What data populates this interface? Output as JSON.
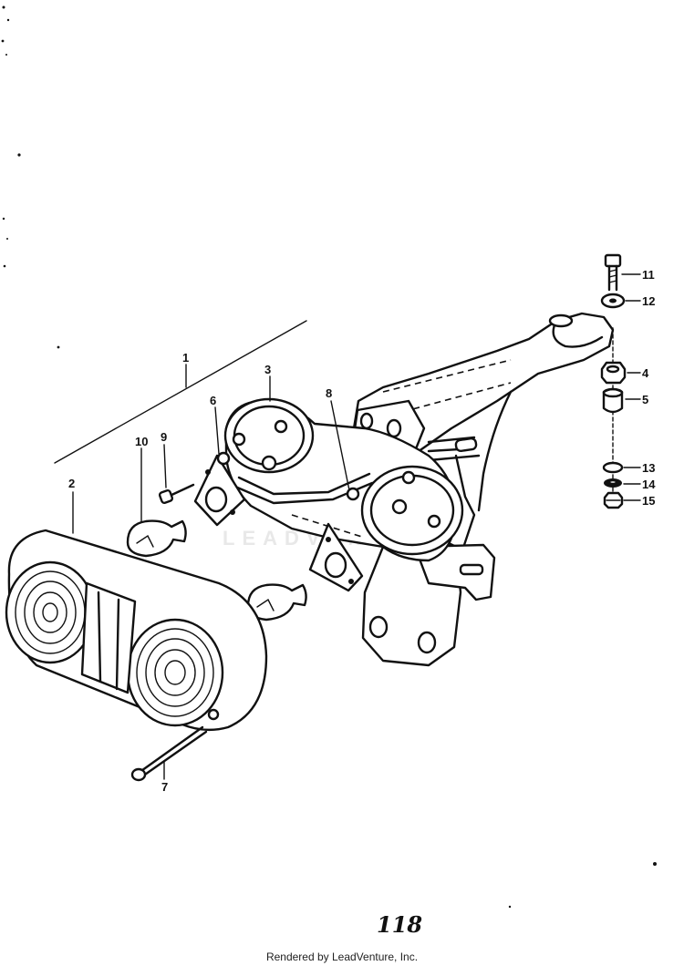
{
  "diagram": {
    "callouts": [
      "1",
      "2",
      "3",
      "4",
      "5",
      "6",
      "7",
      "8",
      "9",
      "10",
      "11",
      "12",
      "13",
      "14",
      "15"
    ]
  },
  "page_number": "118",
  "footer": "Rendered by LeadVenture, Inc.",
  "watermark": "LEADVENTURE"
}
